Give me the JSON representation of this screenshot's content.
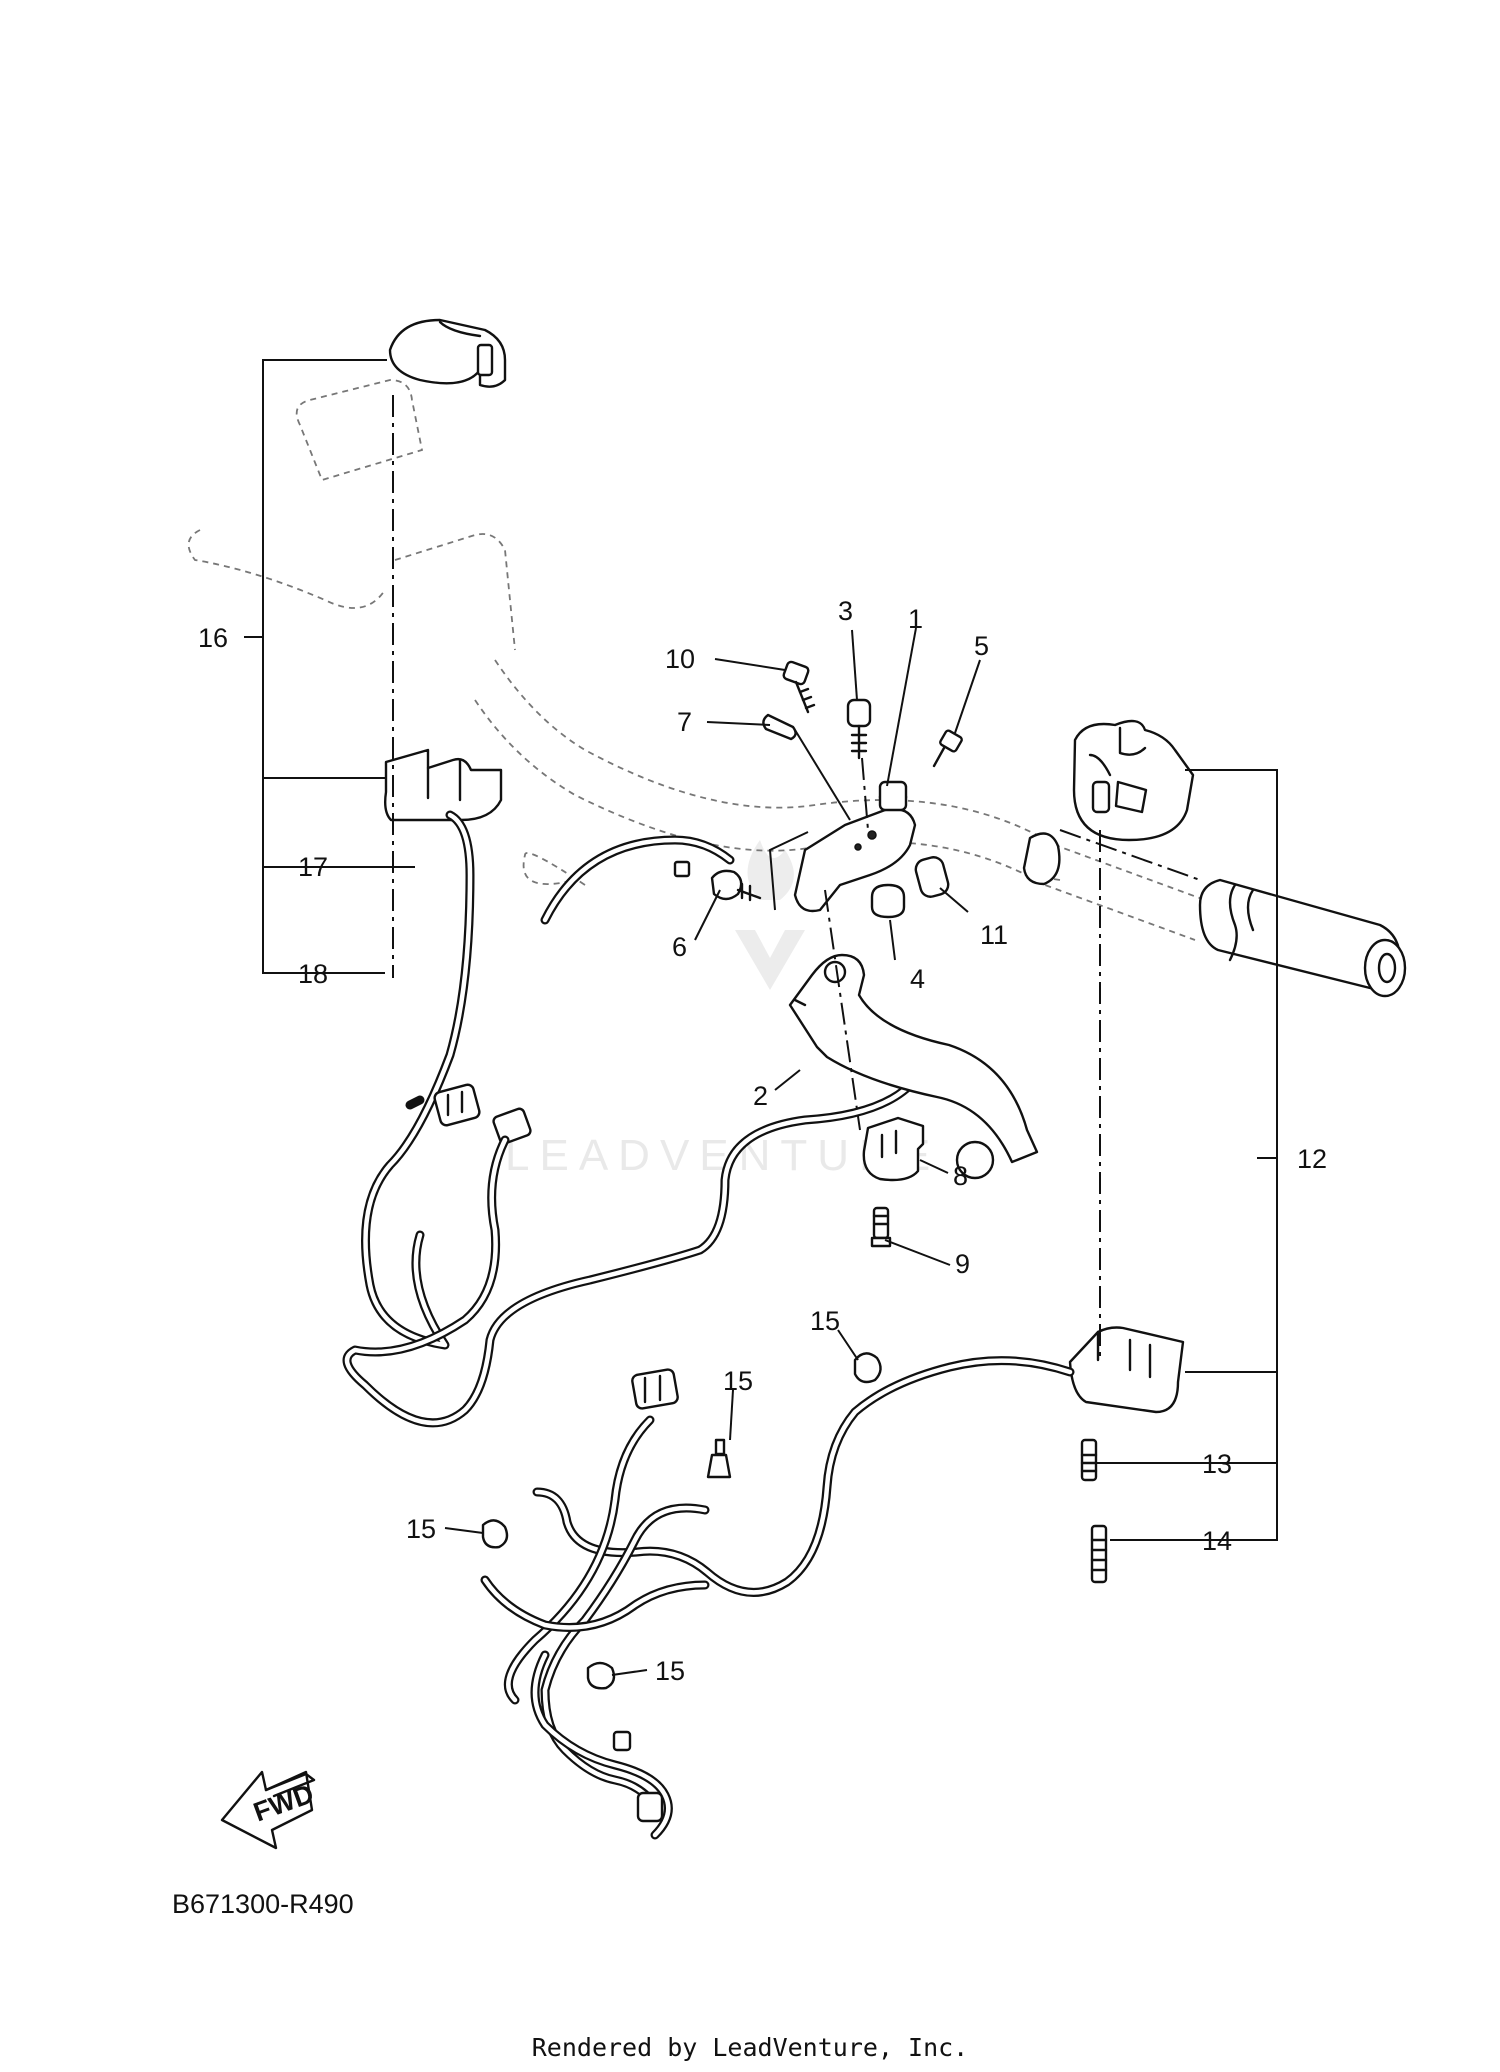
{
  "diagram": {
    "code": "B671300-R490",
    "credit": "Rendered by LeadVenture, Inc.",
    "watermark": "LEADVENTURE",
    "fwd_label": "FWD",
    "callouts": [
      {
        "id": "c1",
        "text": "1"
      },
      {
        "id": "c2",
        "text": "2"
      },
      {
        "id": "c3",
        "text": "3"
      },
      {
        "id": "c4",
        "text": "4"
      },
      {
        "id": "c5",
        "text": "5"
      },
      {
        "id": "c6",
        "text": "6"
      },
      {
        "id": "c7",
        "text": "7"
      },
      {
        "id": "c8",
        "text": "8"
      },
      {
        "id": "c9",
        "text": "9"
      },
      {
        "id": "c10",
        "text": "10"
      },
      {
        "id": "c11",
        "text": "11"
      },
      {
        "id": "c12",
        "text": "12"
      },
      {
        "id": "c13",
        "text": "13"
      },
      {
        "id": "c14",
        "text": "14"
      },
      {
        "id": "c15a",
        "text": "15"
      },
      {
        "id": "c15b",
        "text": "15"
      },
      {
        "id": "c15c",
        "text": "15"
      },
      {
        "id": "c15d",
        "text": "15"
      },
      {
        "id": "c16",
        "text": "16"
      },
      {
        "id": "c17",
        "text": "17"
      },
      {
        "id": "c18",
        "text": "18"
      }
    ]
  }
}
